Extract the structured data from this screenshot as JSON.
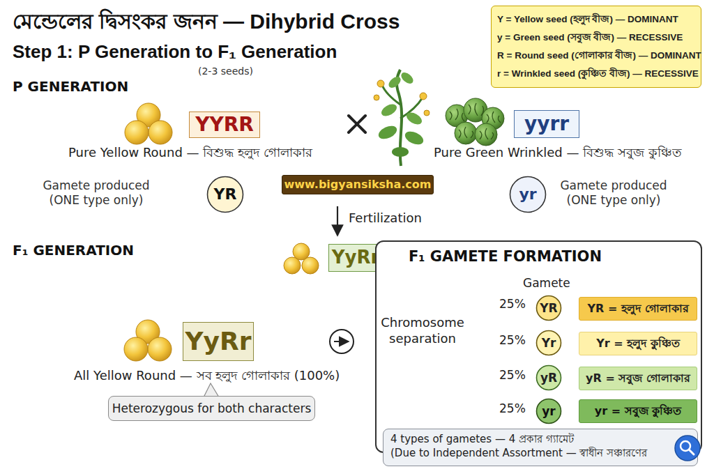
{
  "diagram": {
    "title": "মেন্ডেলের দ্বিসংকর জনন — Dihybrid Cross",
    "nodes": [
      {
        "text": [
          "YYRR"
        ]
      },
      {
        "text": [
          "yyrr"
        ]
      },
      {
        "text": [
          "www.bigyansiksha.com"
        ]
      },
      {
        "text": [
          "YR"
        ]
      },
      {
        "text": [
          "yr"
        ]
      },
      {
        "text": [
          "YyRr"
        ]
      },
      {
        "text": [
          "F₁ GAMETE FORMATION"
        ]
      },
      {
        "text": [
          "YR"
        ],
        "in": 6
      },
      {
        "text": [
          "YR = হলুদ গোলাকার"
        ],
        "in": 6
      },
      {
        "text": [
          "Yr"
        ],
        "in": 6
      },
      {
        "text": [
          "Yr = হলুদ কুঞ্চিত"
        ],
        "in": 6
      },
      {
        "text": [
          "yR"
        ],
        "in": 6
      },
      {
        "text": [
          "yR = সবুজ গোলাকার"
        ],
        "in": 6
      },
      {
        "text": [
          "yr"
        ],
        "in": 6
      },
      {
        "text": [
          "yr = সবুজ কুঞ্চিত"
        ],
        "in": 6
      },
      {
        "text": [
          "4 types of gametes — 4 প্রকার গ্যামেট",
          "(Due to Independent Assortment — স্বাধীন সঞ্চারণের"
        ],
        "in": 6
      },
      {
        "text": [
          "YyRr"
        ]
      },
      {
        "text": [
          "Heterozygous for both characters"
        ]
      }
    ],
    "labels": [
      "Step 1: P Generation to F₁ Generation",
      "P GENERATION",
      "(2-3 seeds)",
      "Pure Yellow Round — বিশুদ্ধ হলুদ গোলাকার",
      "Gamete produced (ONE type only)",
      "Pure Green Wrinkled — বিশুদ্ধ সবুজ কুঞ্চিত",
      "Gamete produced (ONE type only)",
      "Fertilization",
      "F₁ GENERATION",
      "Gamete",
      "25%",
      "Chromosome separation",
      "25%",
      "25%",
      "25%",
      "All Yellow Round — সব হলুদ গোলাকার (100%)"
    ],
    "legend": [
      {
        "text": "Y = Yellow seed (হলুদ বীজ) — DOMINANT"
      },
      {
        "text": "y = Green seed (সবুজ বীজ) — RECESSIVE"
      },
      {
        "text": "R = Round seed (গোলাকার বীজ) — DOMINANT"
      },
      {
        "text": "r = Wrinkled seed (কুঞ্চিত বীজ) — RECESSIVE"
      }
    ]
  }
}
